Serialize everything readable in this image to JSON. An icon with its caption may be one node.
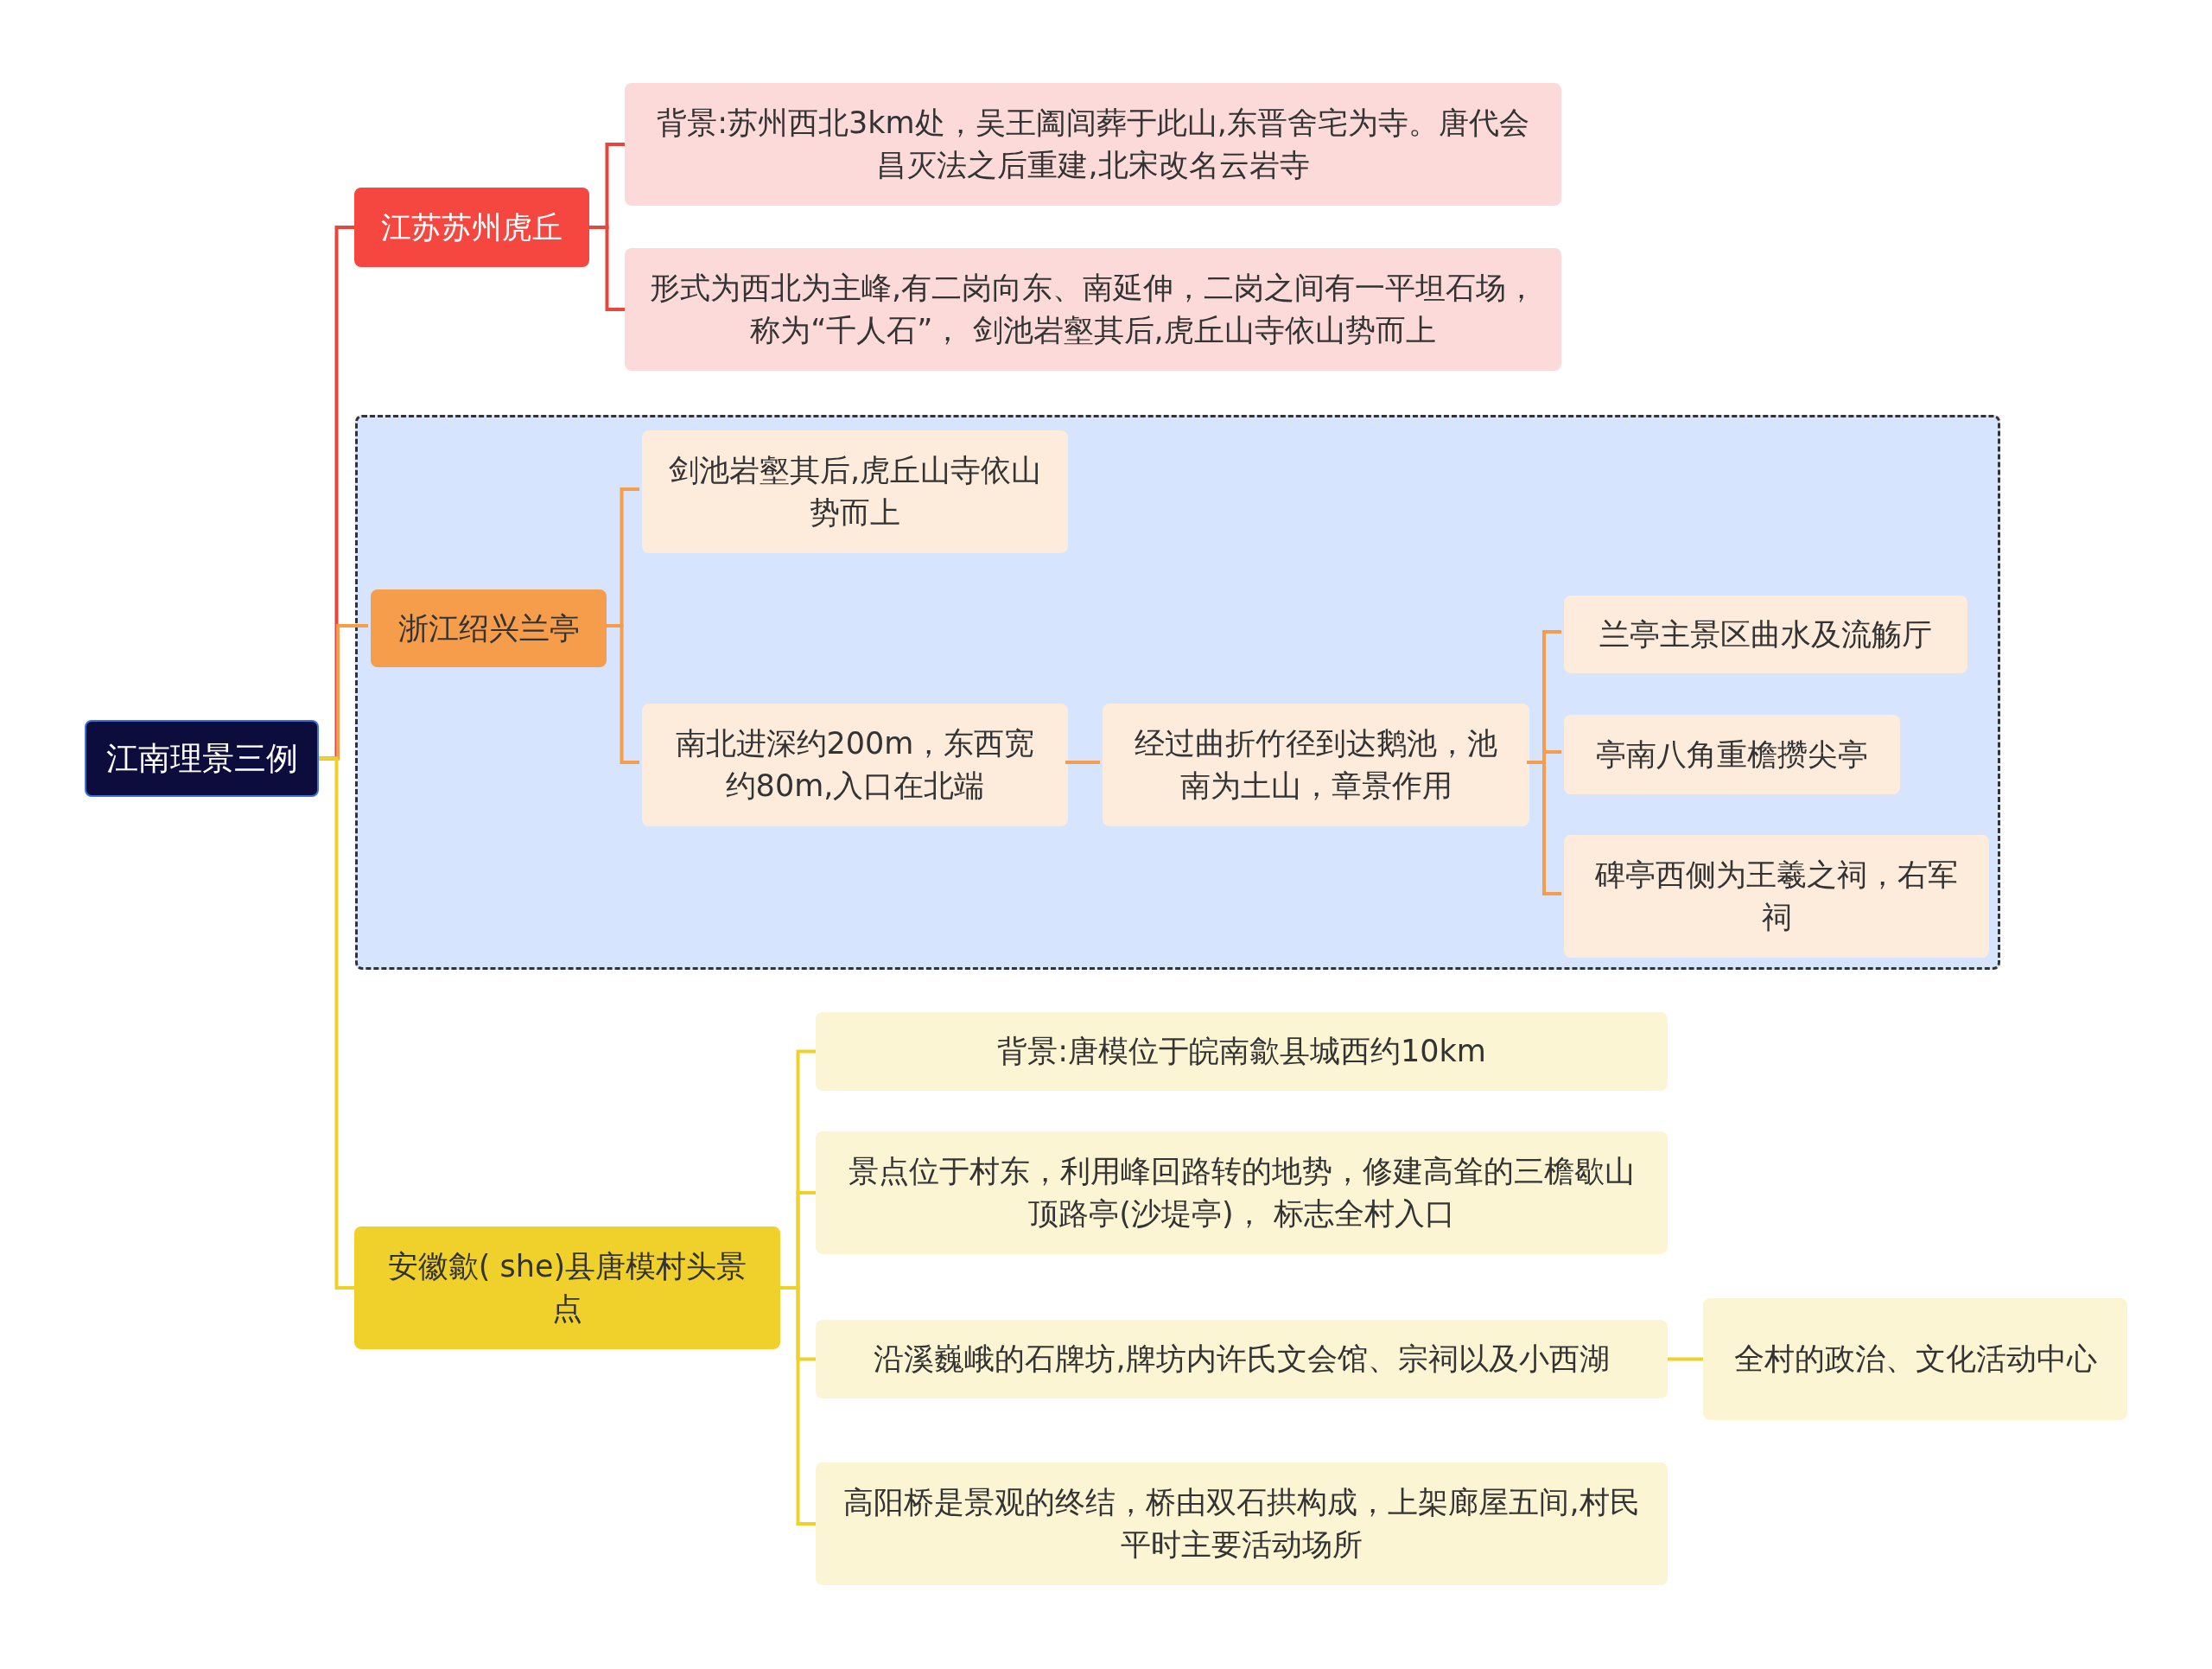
{
  "diagram": {
    "nodes": [
      {
        "text": [
          "江南理景三例"
        ]
      },
      {
        "text": [
          "江苏苏州虎丘"
        ]
      },
      {
        "text": [
          "背景:苏州西北3km处，吴王阖闾葬于此山,东晋舍宅为寺。唐代会昌灭法之后重建,北宋改名云岩寺"
        ]
      },
      {
        "text": [
          "形式为西北为主峰,有二岗向东、南延伸，二岗之间有一平坦石场，称为“千人石”， 剑池岩壑其后,虎丘山寺依山势而上"
        ]
      },
      {
        "text": [],
        "shape": "box"
      },
      {
        "text": [
          "浙江绍兴兰亭"
        ],
        "in": 4
      },
      {
        "text": [
          "剑池岩壑其后,虎丘山寺依山势而上"
        ],
        "in": 4
      },
      {
        "text": [
          "南北进深约200m，东西宽约80m,入口在北端"
        ],
        "in": 4
      },
      {
        "text": [
          "经过曲折竹径到达鹅池，池南为土山，章景作用"
        ],
        "in": 4
      },
      {
        "text": [
          "兰亭主景区曲水及流觞厅"
        ],
        "in": 4
      },
      {
        "text": [
          "亭南八角重檐攒尖亭"
        ],
        "in": 4
      },
      {
        "text": [
          "碑亭西侧为王羲之祠，右军祠"
        ],
        "in": 4
      },
      {
        "text": [
          "安徽歙( she)县唐模村头景点"
        ]
      },
      {
        "text": [
          "背景:唐模位于皖南歙县城西约10km"
        ]
      },
      {
        "text": [
          "景点位于村东，利用峰回路转的地势，修建高耸的三檐歇山顶路亭(沙堤亭)， 标志全村入口"
        ]
      },
      {
        "text": [
          "沿溪巍峨的石牌坊,牌坊内许氏文会馆、宗祠以及小西湖"
        ]
      },
      {
        "text": [
          "全村的政治、文化活动中心"
        ]
      },
      {
        "text": [
          "高阳桥是景观的终结，桥由双石拱构成，上架廊屋五间,村民平时主要活动场所"
        ]
      }
    ],
    "edges": [
      {
        "from": 0,
        "to": 1,
        "arrow": "none",
        "color": "#e8453c"
      },
      {
        "from": 0,
        "to": 5,
        "arrow": "none"
      },
      {
        "from": 0,
        "to": 12,
        "arrow": "none",
        "color": "#f0d12b"
      },
      {
        "from": 1,
        "to": 2,
        "arrow": "none",
        "color": "#e8453c"
      },
      {
        "from": 1,
        "to": 3,
        "arrow": "none",
        "color": "#e8453c"
      },
      {
        "from": 5,
        "to": 6,
        "arrow": "none"
      },
      {
        "from": 5,
        "to": 7,
        "arrow": "none"
      },
      {
        "from": 7,
        "to": 8,
        "arrow": "none"
      },
      {
        "from": 8,
        "to": 9,
        "arrow": "none"
      },
      {
        "from": 8,
        "to": 10,
        "arrow": "none"
      },
      {
        "from": 8,
        "to": 11,
        "arrow": "none"
      },
      {
        "from": 12,
        "to": 13,
        "arrow": "none",
        "color": "#f0d12b"
      },
      {
        "from": 12,
        "to": 14,
        "arrow": "none",
        "color": "#f0d12b"
      },
      {
        "from": 12,
        "to": 15,
        "arrow": "none",
        "color": "#f0d12b"
      },
      {
        "from": 12,
        "to": 17,
        "arrow": "none",
        "color": "#f0d12b"
      },
      {
        "from": 15,
        "to": 16,
        "arrow": "none",
        "color": "#f0d12b"
      }
    ]
  }
}
